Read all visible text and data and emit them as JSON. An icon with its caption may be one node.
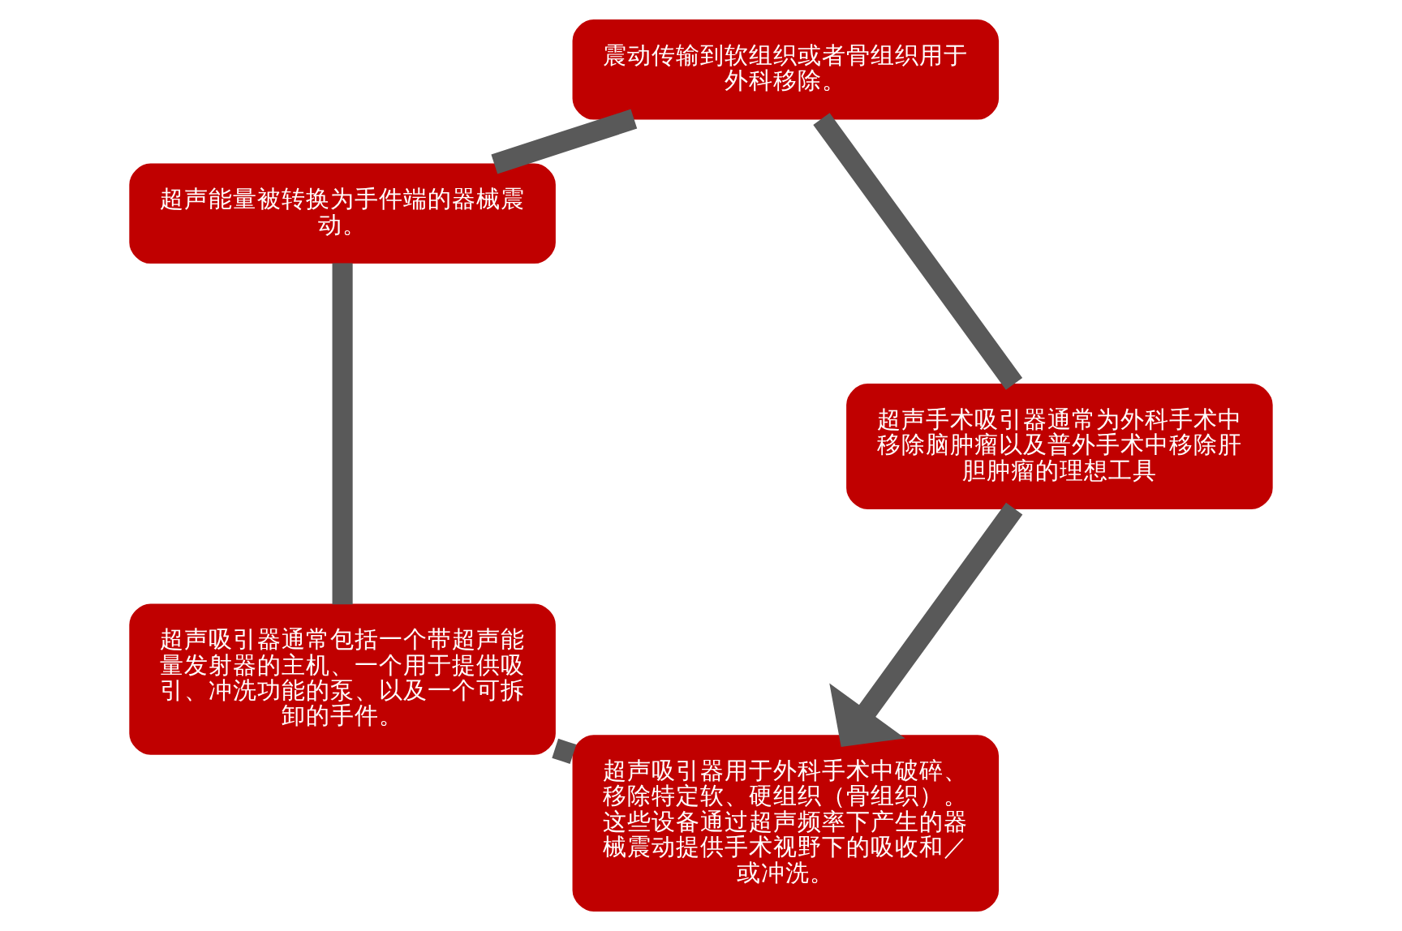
{
  "diagram": {
    "nodes": [
      {
        "text": [
          "超声吸引器用于外科手术中破碎、移除特定软、硬组织（骨组织）。这些设备通过超声频率下产生的器械震动提供手术视野下的吸收和／或冲洗。"
        ]
      },
      {
        "text": [
          "超声吸引器通常包括一个带超声能量发射器的主机、一个用于提供吸引、冲洗功能的泵、以及一个可拆卸的手件。"
        ]
      },
      {
        "text": [
          "超声能量被转换为手件端的器械震动。"
        ]
      },
      {
        "text": [
          "震动传输到软组织或者骨组织用于外科移除。"
        ]
      },
      {
        "text": [
          "超声手术吸引器通常为外科手术中移除脑肿瘤以及普外手术中移除肝胆肿瘤的理想工具"
        ]
      }
    ],
    "edges": [
      {
        "from": 0,
        "to": 1,
        "arrow": "none"
      },
      {
        "from": 1,
        "to": 2,
        "arrow": "none"
      },
      {
        "from": 2,
        "to": 3,
        "arrow": "none"
      },
      {
        "from": 3,
        "to": 4,
        "arrow": "none"
      },
      {
        "from": 4,
        "to": 0,
        "arrow": "to"
      }
    ]
  }
}
